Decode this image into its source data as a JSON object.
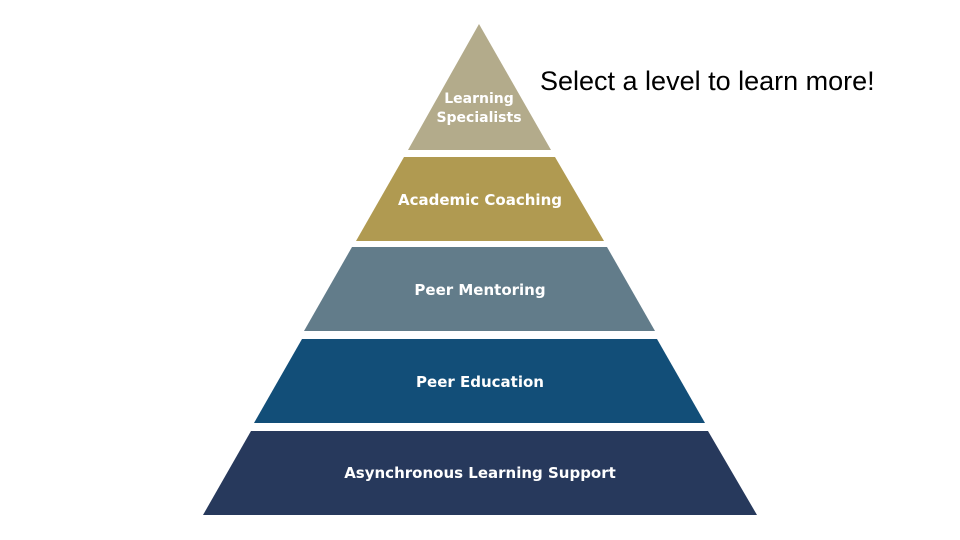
{
  "prompt": "Select a level to learn more!",
  "levels": [
    {
      "label_lines": [
        "Learning",
        "Specialists"
      ],
      "color": "#b3ab8b"
    },
    {
      "label_lines": [
        "Academic Coaching"
      ],
      "color": "#b09a51"
    },
    {
      "label_lines": [
        "Peer Mentoring"
      ],
      "color": "#627c8a"
    },
    {
      "label_lines": [
        "Peer Education"
      ],
      "color": "#124e78"
    },
    {
      "label_lines": [
        "Asynchronous Learning Support"
      ],
      "color": "#27395c"
    }
  ]
}
